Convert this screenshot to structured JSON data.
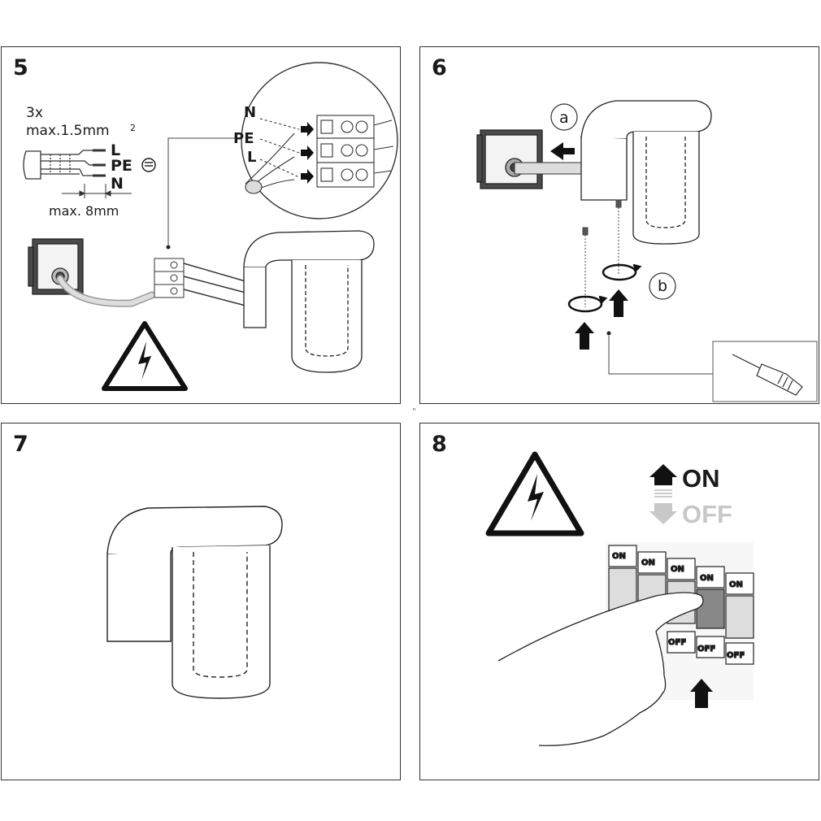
{
  "steps": [
    {
      "number": "5"
    },
    {
      "number": "6"
    },
    {
      "number": "7"
    },
    {
      "number": "8"
    }
  ],
  "step5": {
    "wire_count": "3x",
    "cross_section": "max.1.5mm",
    "cross_section_sup": "2",
    "wire_L": "L",
    "wire_PE": "PE",
    "wire_N": "N",
    "strip_length": "max. 8mm",
    "terminal_N": "N",
    "terminal_PE": "PE",
    "terminal_L": "L"
  },
  "step6": {
    "callout_a": "a",
    "callout_b": "b"
  },
  "step8": {
    "on_label": "ON",
    "off_label": "OFF",
    "switch_on": "ON",
    "switch_off": "OFF"
  },
  "icons": {
    "warning": "high-voltage-warning-icon",
    "ground": "ground-symbol-icon",
    "arrow": "push-arrow-icon",
    "rotate": "rotate-arrow-icon",
    "screwdriver": "screwdriver-icon"
  }
}
